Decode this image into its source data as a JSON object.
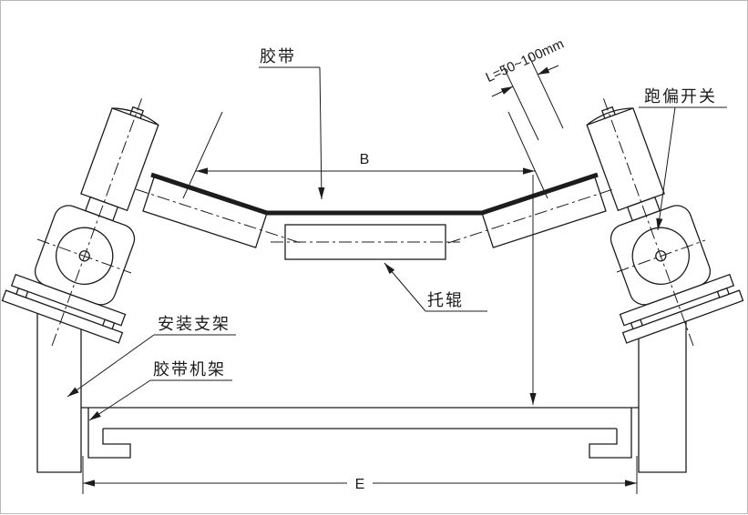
{
  "colors": {
    "background": "#ffffff",
    "line": "#1c1c1c"
  },
  "callouts": {
    "belt": "胶带",
    "switch": "跑偏开关",
    "idler": "托辊",
    "bracket": "安装支架",
    "frame": "胶带机架"
  },
  "dimensions": {
    "belt_width": "B",
    "frame_width": "E",
    "gap": "L=50~100mm"
  }
}
